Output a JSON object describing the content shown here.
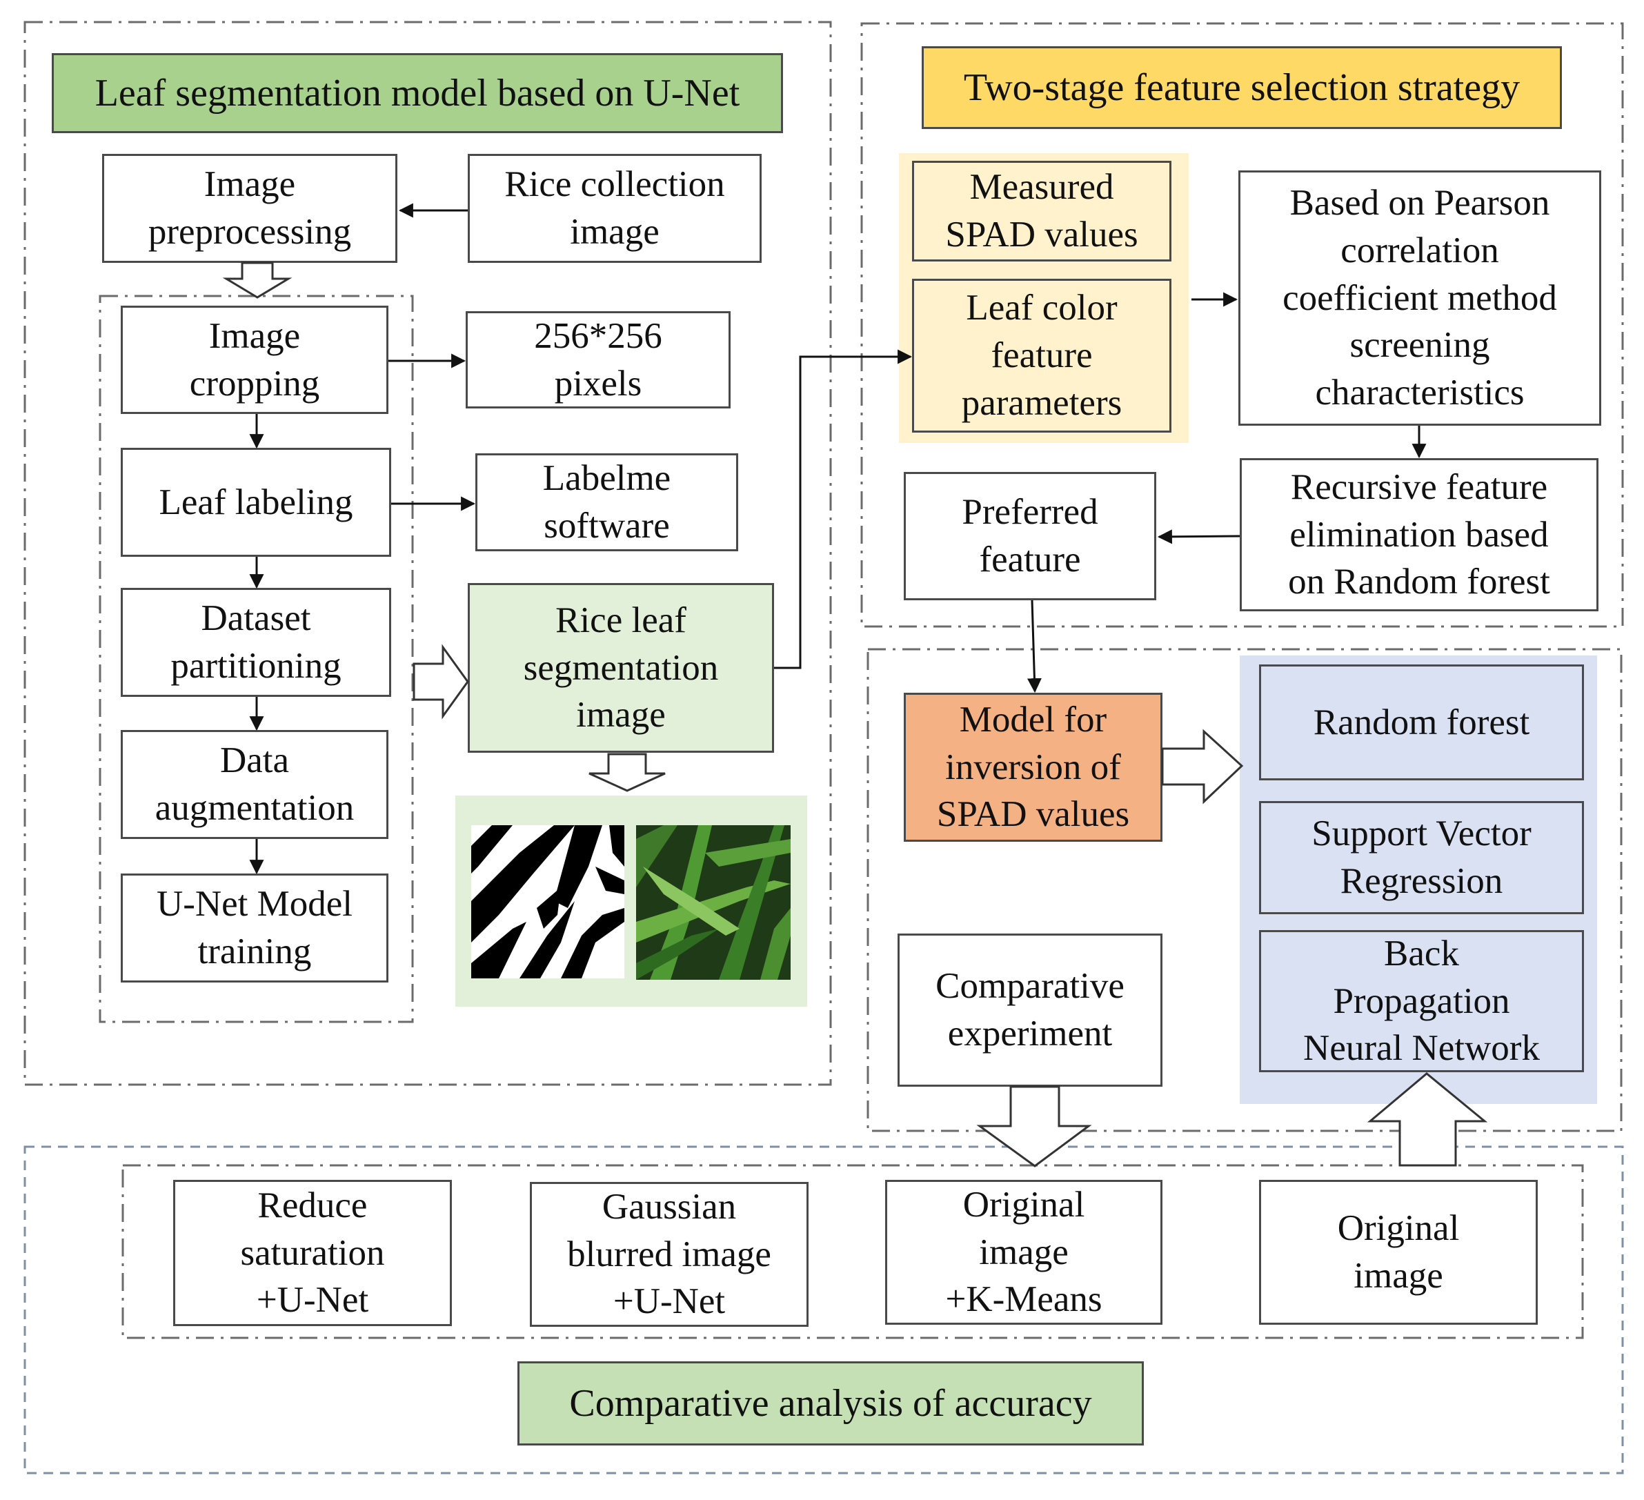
{
  "left_section": {
    "title": "Leaf segmentation model based on U-Net",
    "image_preprocessing": "Image\npreprocessing",
    "rice_collection_image": "Rice collection\nimage",
    "image_cropping": "Image\ncropping",
    "pixels": "256*256\npixels",
    "leaf_labeling": "Leaf labeling",
    "labelme": "Labelme\nsoftware",
    "dataset_partitioning": "Dataset\npartitioning",
    "rice_leaf_segmentation": "Rice leaf\nsegmentation\nimage",
    "data_augmentation": "Data\naugmentation",
    "unet_training": "U-Net Model\ntraining"
  },
  "right_top_section": {
    "title": "Two-stage feature selection strategy",
    "measured_spad": "Measured\nSPAD values",
    "leaf_color": "Leaf color\nfeature\nparameters",
    "pearson": "Based on Pearson\ncorrelation\ncoefficient method\nscreening\ncharacteristics",
    "rfe": "Recursive feature\nelimination based\non Random forest",
    "preferred_feature": "Preferred\nfeature"
  },
  "right_bottom_section": {
    "model_inversion": "Model for\ninversion of\nSPAD values",
    "random_forest": "Random forest",
    "svr": "Support Vector\nRegression",
    "bpnn": "Back\nPropagation\nNeural Network",
    "comparative_experiment": "Comparative\nexperiment"
  },
  "bottom_section": {
    "reduce_saturation": "Reduce\nsaturation\n+U-Net",
    "gaussian": "Gaussian\nblurred image\n+U-Net",
    "original_kmeans": "Original\nimage\n+K-Means",
    "original_image": "Original\nimage",
    "accuracy_title": "Comparative analysis of accuracy"
  },
  "colors": {
    "green_title": "#a9d18e",
    "yellow_title": "#ffd966",
    "pale_green": "#e2efd9",
    "pale_yellow": "#fff2cc",
    "salmon": "#f4b183",
    "blue": "#d9e1f2",
    "border": "#4a4a4a"
  }
}
